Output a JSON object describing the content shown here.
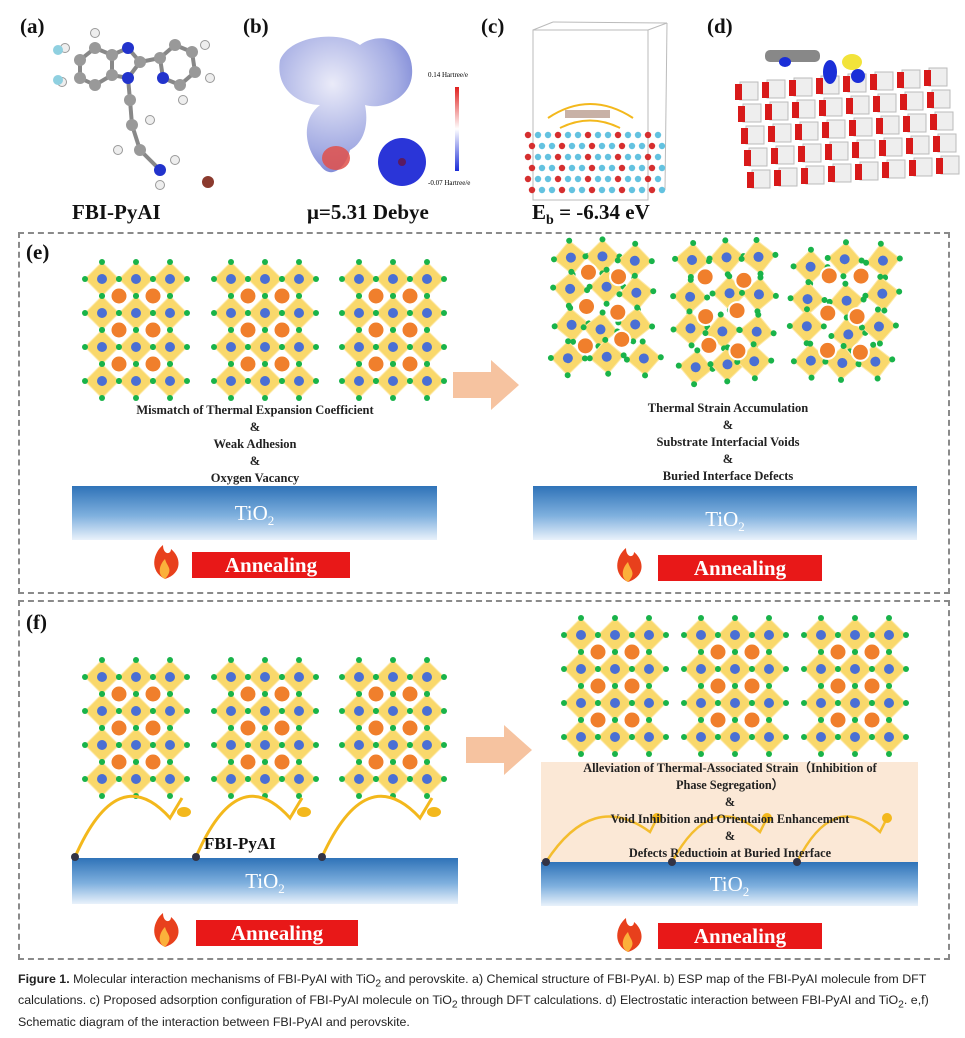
{
  "panels": {
    "a": {
      "label": "(a)",
      "caption": "FBI-PyAI"
    },
    "b": {
      "label": "(b)",
      "caption": "μ=5.31 Debye",
      "colorbar_max": "0.14 Hartree/e",
      "colorbar_min": "-0.07 Hartree/e"
    },
    "c": {
      "label": "(c)",
      "caption_main": "E",
      "caption_sub": "b",
      "caption_rest": " = -6.34 eV"
    },
    "d": {
      "label": "(d)"
    },
    "e": {
      "label": "(e)",
      "left_text": [
        "Mismatch of Thermal Expansion Coefficient",
        "&",
        "Weak Adhesion",
        "&",
        "Oxygen Vacancy"
      ],
      "right_text": [
        "Thermal Strain Accumulation",
        "&",
        "Substrate Interfacial Voids",
        "&",
        "Buried Interface Defects"
      ],
      "substrate": "TiO",
      "substrate_sub": "2",
      "annealing": "Annealing"
    },
    "f": {
      "label": "(f)",
      "molecule_label": "FBI-PyAI",
      "right_text": [
        "Alleviation of Thermal-Associated Strain（Inhibition of",
        "Phase Segregation）",
        "&",
        "Void Inhibition and Orientaion Enhancement",
        "&",
        "Defects Reductioin at Buried Interface"
      ],
      "substrate": "TiO",
      "substrate_sub": "2",
      "annealing": "Annealing"
    }
  },
  "caption": {
    "title": "Figure 1.",
    "text_1": " Molecular interaction mechanisms of FBI-PyAI with TiO",
    "sub_1": "2",
    "text_2": " and perovskite. a) Chemical structure of FBI-PyAI. b) ESP map of the FBI-PyAI molecule from DFT calculations. c) Proposed adsorption configuration of FBI-PyAI molecule on TiO",
    "sub_2": "2",
    "text_3": " through DFT calculations. d) Electrostatic interaction between FBI-PyAI and TiO",
    "sub_3": "2",
    "text_4": ". e,f) Schematic diagram of the interaction between FBI-PyAI and perovskite."
  },
  "colors": {
    "octahedron": "#f9d86b",
    "b_site": "#4a6fd4",
    "x_site": "#19b34a",
    "a_site": "#f07f2c",
    "annealing": "#e81818",
    "arrow": "#f6c3a0",
    "peach": "#fbe8d6"
  }
}
